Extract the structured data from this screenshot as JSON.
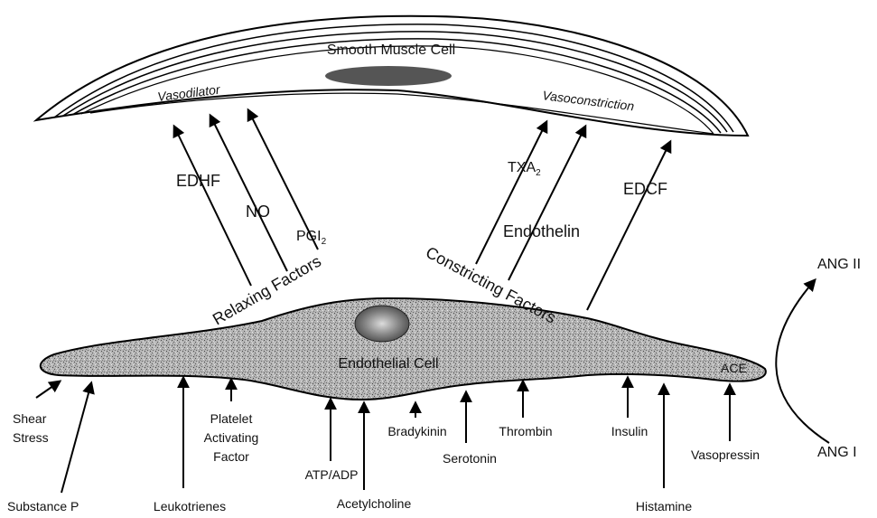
{
  "smooth_muscle": {
    "title": "Smooth Muscle Cell",
    "vasodilator": "Vasodilator",
    "vasoconstriction": "Vasoconstriction"
  },
  "endothelial": {
    "title": "Endothelial Cell",
    "ace": "ACE"
  },
  "relaxing": {
    "title": "Relaxing Factors",
    "edhf": "EDHF",
    "no": "NO",
    "pgi": "PGI",
    "pgi_sub": "2"
  },
  "constricting": {
    "title": "Constricting Factors",
    "txa": "TXA",
    "txa_sub": "2",
    "endothelin": "Endothelin",
    "edcf": "EDCF"
  },
  "angiotensin": {
    "ang2": "ANG II",
    "ang1": "ANG I"
  },
  "stimuli": {
    "shear_1": "Shear",
    "shear_2": "Stress",
    "substance_p": "Substance P",
    "paf_1": "Platelet",
    "paf_2": "Activating",
    "paf_3": "Factor",
    "leukotrienes": "Leukotrienes",
    "atp_adp": "ATP/ADP",
    "acetylcholine": "Acetylcholine",
    "bradykinin": "Bradykinin",
    "serotonin": "Serotonin",
    "thrombin": "Thrombin",
    "insulin": "Insulin",
    "histamine": "Histamine",
    "vasopressin": "Vasopressin"
  }
}
